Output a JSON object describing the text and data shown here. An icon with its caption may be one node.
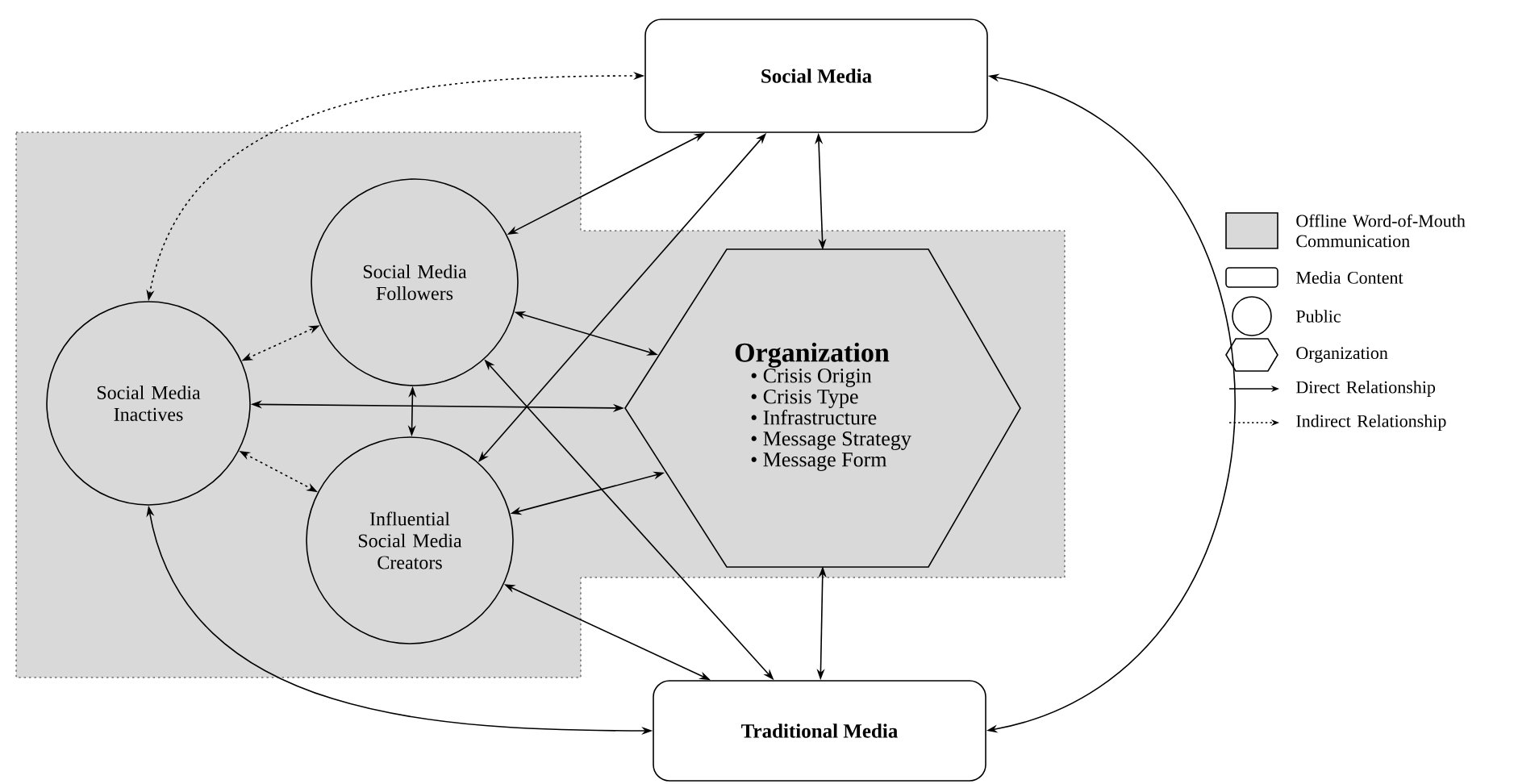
{
  "diagram": {
    "nodes": [
      {
        "text": [
          "Social Media"
        ]
      },
      {
        "text": [
          "Social Media Followers"
        ]
      },
      {
        "text": [
          "Social Media Inactives"
        ]
      },
      {
        "text": [
          "Influential Social Media Creators"
        ]
      },
      {
        "text": [
          "Organization",
          "• Crisis Origin",
          "• Crisis Type",
          "• Infrastructure",
          "• Message Strategy",
          "• Message Form"
        ]
      },
      {
        "text": [
          "Traditional Media"
        ]
      }
    ],
    "edges": [
      {
        "from": 2,
        "to": 0,
        "arrow": "both",
        "style": "dashed"
      },
      {
        "from": 1,
        "to": 0,
        "arrow": "both"
      },
      {
        "from": 3,
        "to": 0,
        "arrow": "both"
      },
      {
        "from": 2,
        "to": 1,
        "arrow": "both",
        "style": "dashed"
      },
      {
        "from": 1,
        "to": 4,
        "arrow": "both"
      },
      {
        "from": 1,
        "to": 5,
        "arrow": "both"
      },
      {
        "from": 2,
        "to": 4,
        "arrow": "both"
      },
      {
        "from": 1,
        "to": 3,
        "arrow": "both"
      },
      {
        "from": 2,
        "to": 3,
        "arrow": "both",
        "style": "dashed"
      },
      {
        "from": 3,
        "to": 4,
        "arrow": "both"
      },
      {
        "from": 3,
        "to": 5,
        "arrow": "both"
      },
      {
        "from": 2,
        "to": 5,
        "arrow": "both"
      },
      {
        "from": 0,
        "to": 4,
        "arrow": "both"
      },
      {
        "from": 4,
        "to": 5,
        "arrow": "both"
      },
      {
        "from": 0,
        "to": 5,
        "arrow": "both"
      }
    ],
    "legend": [
      {
        "text": "Offline Word-of-Mouth Communication",
        "color": "#d9d9d9"
      },
      {
        "text": "Media Content"
      },
      {
        "text": "Public"
      },
      {
        "text": "Organization"
      },
      {
        "text": "Direct Relationship"
      },
      {
        "text": "Indirect Relationship"
      }
    ]
  }
}
